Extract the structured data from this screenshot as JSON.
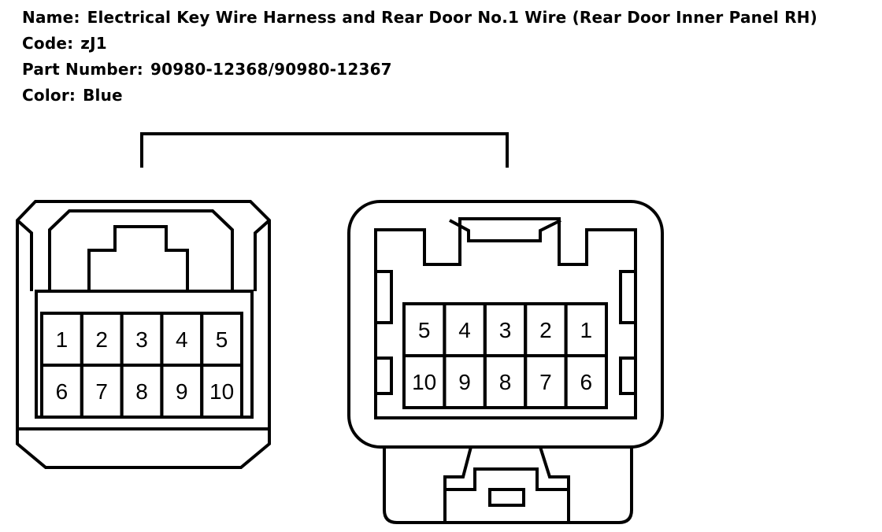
{
  "header": {
    "name_label": "Name:",
    "name_value": "Electrical Key Wire Harness and Rear Door No.1 Wire (Rear Door Inner Panel RH)",
    "code_label": "Code:",
    "code_value": "zJ1",
    "part_label": "Part Number:",
    "part_value": "90980-12368/90980-12367",
    "color_label": "Color:",
    "color_value": "Blue"
  },
  "connectors": {
    "left": {
      "pins_top": [
        "1",
        "2",
        "3",
        "4",
        "5"
      ],
      "pins_bottom": [
        "6",
        "7",
        "8",
        "9",
        "10"
      ]
    },
    "right": {
      "pins_top": [
        "5",
        "4",
        "3",
        "2",
        "1"
      ],
      "pins_bottom": [
        "10",
        "9",
        "8",
        "7",
        "6"
      ]
    }
  }
}
